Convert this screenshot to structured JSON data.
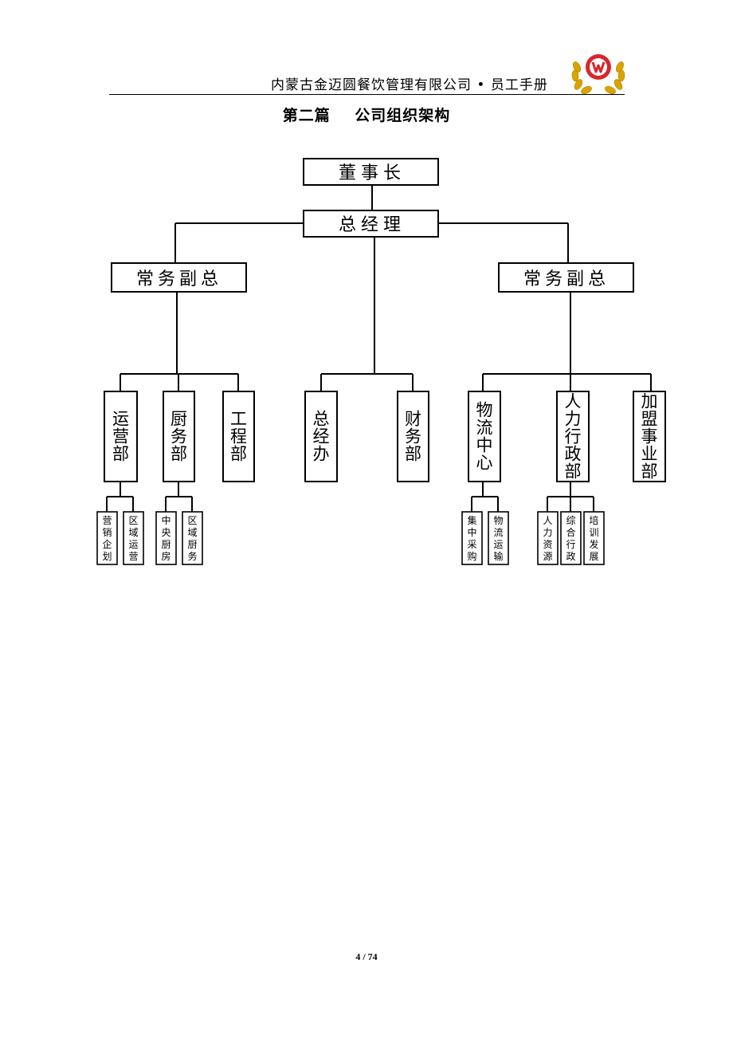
{
  "header": {
    "company_manual": "内蒙古金迈圆餐饮管理有限公司 • 员工手册",
    "logo_icon": "company-logo-laurel"
  },
  "title": "第二篇    公司组织架构",
  "org": {
    "chairman": "董事长",
    "general_manager": "总经理",
    "vp_left": "常务副总",
    "vp_right": "常务副总",
    "departments": [
      {
        "id": "operations",
        "label": "运营部"
      },
      {
        "id": "kitchen",
        "label": "厨务部"
      },
      {
        "id": "engineering",
        "label": "工程部"
      },
      {
        "id": "gm-office",
        "label": "总经办"
      },
      {
        "id": "finance",
        "label": "财务部"
      },
      {
        "id": "logistics",
        "label": "物流中心"
      },
      {
        "id": "hr-admin",
        "label": "人力行政部"
      },
      {
        "id": "franchise",
        "label": "加盟事业部"
      }
    ],
    "sub_units": [
      {
        "id": "marketing-planning",
        "label": "营销企划",
        "parent": "operations"
      },
      {
        "id": "regional-operations",
        "label": "区域运营",
        "parent": "operations"
      },
      {
        "id": "central-kitchen",
        "label": "中央厨房",
        "parent": "kitchen"
      },
      {
        "id": "regional-kitchen",
        "label": "区域厨务",
        "parent": "kitchen"
      },
      {
        "id": "central-purchasing",
        "label": "集中采购",
        "parent": "logistics"
      },
      {
        "id": "logistics-transport",
        "label": "物流运输",
        "parent": "logistics"
      },
      {
        "id": "hr-resources",
        "label": "人力资源",
        "parent": "hr-admin"
      },
      {
        "id": "general-admin",
        "label": "综合行政",
        "parent": "hr-admin"
      },
      {
        "id": "training-dev",
        "label": "培训发展",
        "parent": "hr-admin"
      }
    ]
  },
  "footer": {
    "page": "4 / 74"
  }
}
